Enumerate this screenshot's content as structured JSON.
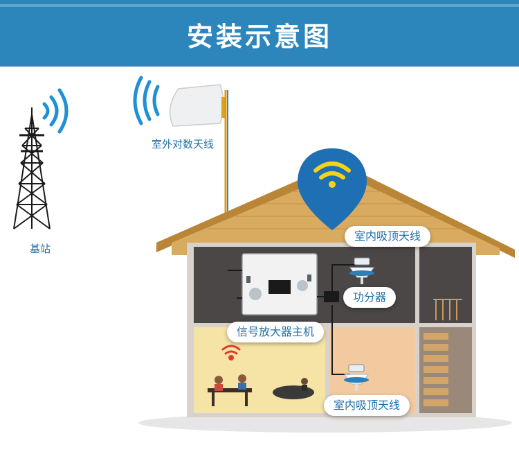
{
  "header": {
    "title": "安装示意图",
    "background": "#2d86bb"
  },
  "labels": {
    "base_station": "基站",
    "outdoor_antenna": "室外对数天线",
    "ceiling_antenna_top": "室内吸顶天线",
    "splitter": "功分器",
    "amplifier": "信号放大器主机",
    "ceiling_antenna_bottom": "室内吸顶天线"
  },
  "colors": {
    "accent": "#1f6fa7",
    "wifi_pin": "#1e6fb3",
    "wifi_waves": "#f5d31a",
    "roof": "#d7a95a",
    "dark_room": "#4b4747",
    "lit_room": "#f6e3a6"
  },
  "icons": [
    "cell-tower-icon",
    "signal-waves-icon",
    "wifi-pin-icon",
    "wifi-icon",
    "ceiling-antenna-icon",
    "splitter-icon",
    "amplifier-icon"
  ]
}
